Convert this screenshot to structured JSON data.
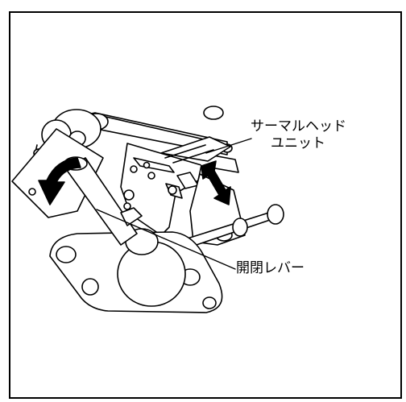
{
  "labels": {
    "head_unit_line1": "サーマルヘッド",
    "head_unit_line2": "ユニット",
    "lever": "開閉レバー"
  },
  "icons": {
    "rotate_arrow": "curved-arrow-icon",
    "direction_arrow": "double-arrow-icon"
  },
  "colors": {
    "line": "#000000",
    "background": "#ffffff"
  }
}
